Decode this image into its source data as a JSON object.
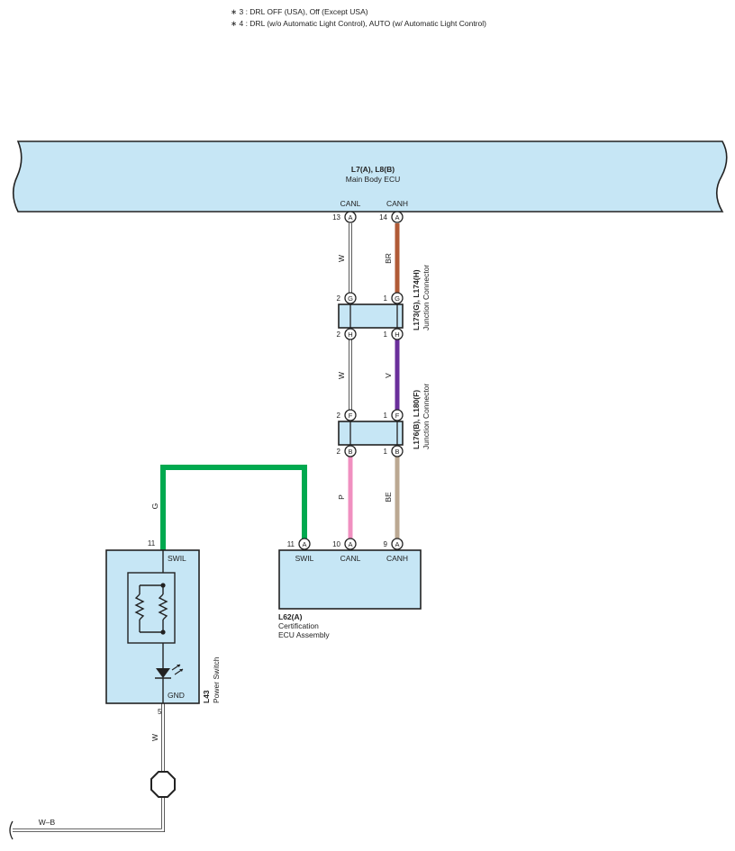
{
  "notes": {
    "note3": "∗ 3 : DRL OFF (USA),  Off (Except USA)",
    "note4": "∗ 4 : DRL (w/o Automatic Light Control),  AUTO (w/ Automatic Light Control)"
  },
  "main_ecu": {
    "id": "L7(A), L8(B)",
    "name": "Main Body ECU",
    "canl": {
      "label": "CANL",
      "pin": "13",
      "letter": "A"
    },
    "canh": {
      "label": "CANH",
      "pin": "14",
      "letter": "A"
    }
  },
  "junction_gh": {
    "id": "L173(G), L174(H)",
    "name": "Junction Connector",
    "top_left": {
      "pin": "2",
      "letter": "G"
    },
    "top_right": {
      "pin": "1",
      "letter": "G"
    },
    "bottom_left": {
      "pin": "2",
      "letter": "H"
    },
    "bottom_right": {
      "pin": "1",
      "letter": "H"
    }
  },
  "junction_bf": {
    "id": "L176(B), L180(F)",
    "name": "Junction Connector",
    "top_left": {
      "pin": "2",
      "letter": "F"
    },
    "top_right": {
      "pin": "1",
      "letter": "F"
    },
    "bottom_left": {
      "pin": "2",
      "letter": "B"
    },
    "bottom_right": {
      "pin": "1",
      "letter": "B"
    }
  },
  "cert_ecu": {
    "id": "L62(A)",
    "name_line1": "Certification",
    "name_line2": "ECU Assembly",
    "swil": {
      "label": "SWIL",
      "pin": "11",
      "letter": "A"
    },
    "canl": {
      "label": "CANL",
      "pin": "10",
      "letter": "A"
    },
    "canh": {
      "label": "CANH",
      "pin": "9",
      "letter": "A"
    }
  },
  "power_switch": {
    "id": "L43",
    "name": "Power Switch",
    "swil": {
      "label": "SWIL",
      "pin": "11"
    },
    "gnd": {
      "label": "GND",
      "pin": "5"
    }
  },
  "wires": {
    "canl_upper": {
      "code": "W",
      "color": "#ffffff"
    },
    "canh_upper": {
      "code": "BR",
      "color": "#b05a36"
    },
    "canl_mid": {
      "code": "W",
      "color": "#ffffff"
    },
    "canh_mid": {
      "code": "V",
      "color": "#6a2f9b"
    },
    "canl_lower": {
      "code": "P",
      "color": "#f090c0"
    },
    "canh_lower": {
      "code": "BE",
      "color": "#bba892"
    },
    "swil": {
      "code": "G",
      "color": "#00a94f"
    },
    "gnd": {
      "code": "W",
      "color": "#ffffff"
    },
    "ground": {
      "code": "W–B"
    }
  }
}
